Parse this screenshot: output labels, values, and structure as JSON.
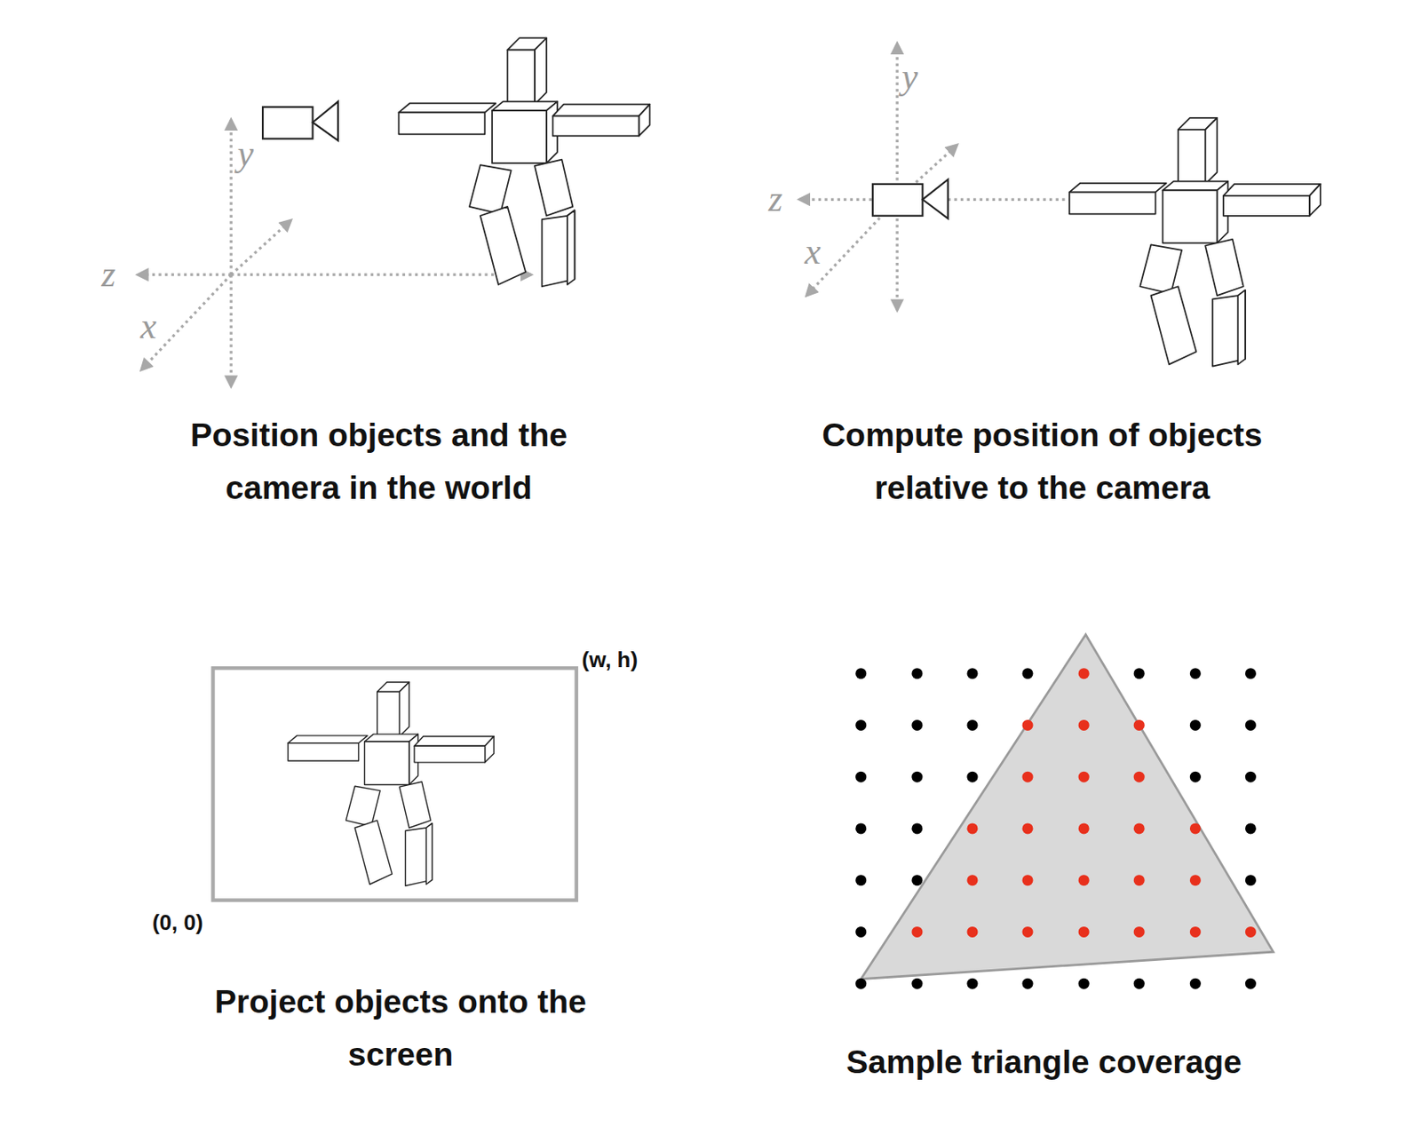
{
  "diagram": {
    "labels": [
      "y",
      "z",
      "x",
      "Position objects and the camera in the world",
      "y",
      "z",
      "x",
      "Compute position of objects relative to the camera",
      "(w, h)",
      "(0, 0)",
      "Project objects onto the screen",
      "Sample triangle coverage"
    ]
  }
}
